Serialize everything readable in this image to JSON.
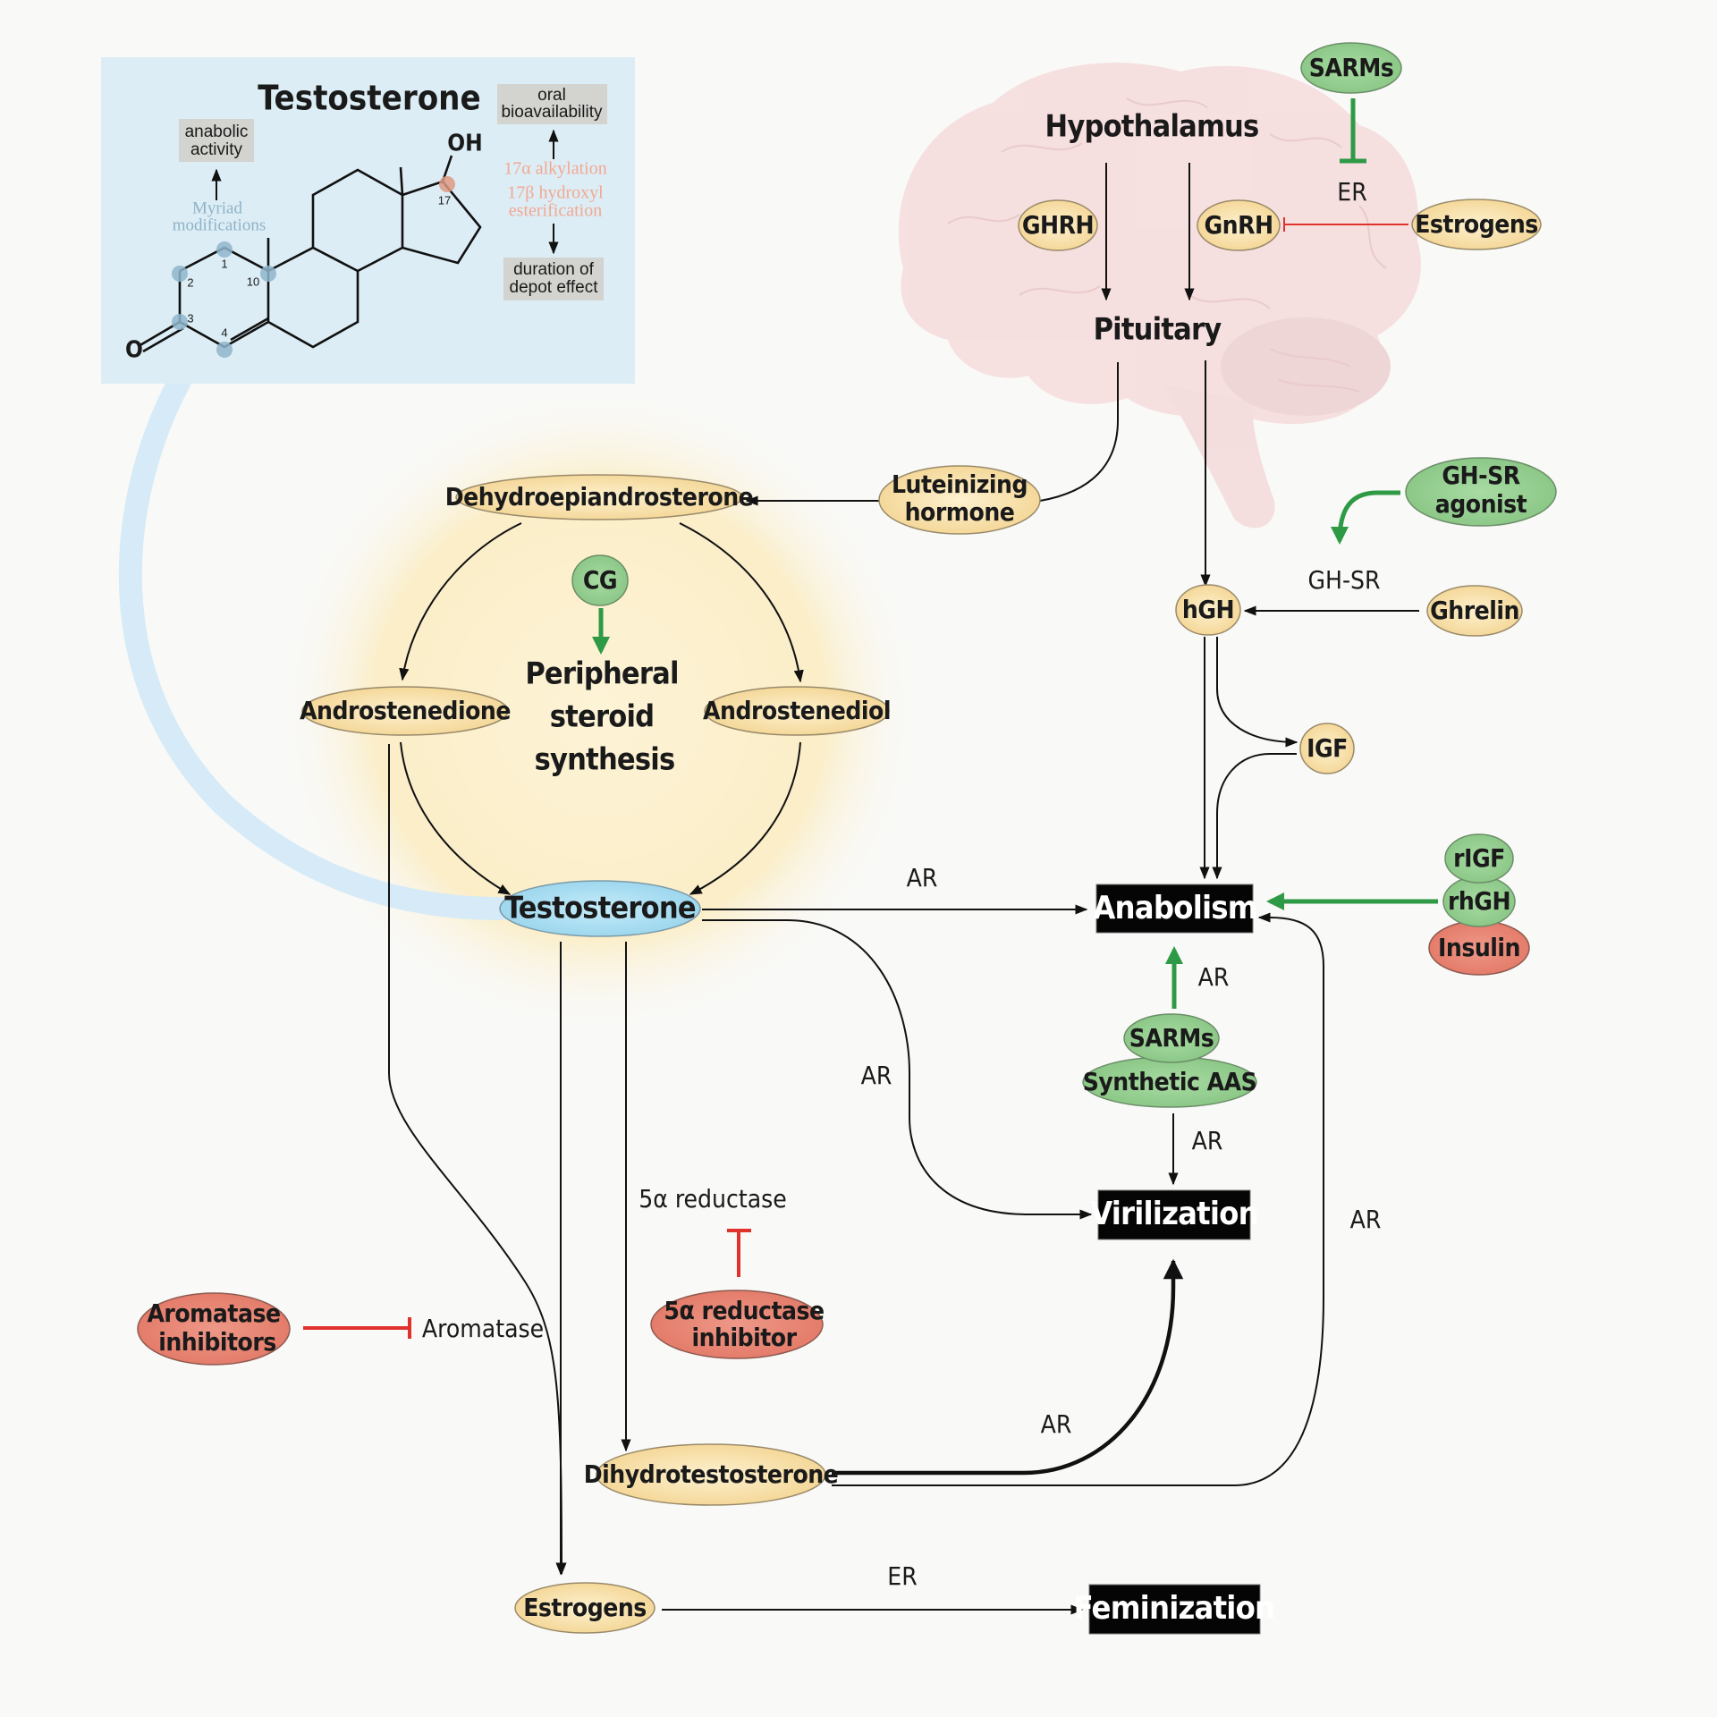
{
  "inset": {
    "title": "Testosterone",
    "oh_label": "OH",
    "oxygen_label": "O",
    "carbon_numbers": [
      "1",
      "2",
      "3",
      "4",
      "10",
      "17"
    ],
    "anabolic_box": [
      "anabolic",
      "activity"
    ],
    "myriad_text": [
      "Myriad",
      "modifications"
    ],
    "oral_box": [
      "oral",
      "bioavailability"
    ],
    "modification_text": [
      "17α alkylation",
      "17β hydroxyl",
      "esterification"
    ],
    "depot_box": [
      "duration of",
      "depot effect"
    ],
    "colors": {
      "panel": "#dcedf5",
      "blue_marker": "#8fb5cb",
      "orange_marker": "#dd9a82",
      "myriad_text": "#8fb3c8",
      "mod_text": "#f2a892",
      "box_bg": "#d3d3cf"
    }
  },
  "brain": {
    "hypothalamus": "Hypothalamus",
    "pituitary": "Pituitary",
    "ghrh": "GHRH",
    "gnrh": "GnRH",
    "sarms_top": "SARMs",
    "er_top": "ER",
    "estrogens_top": "Estrogens"
  },
  "synthesis": {
    "dhea": "Dehydroepiandrosterone",
    "cg": "CG",
    "title_lines": [
      "Peripheral",
      "steroid",
      "synthesis"
    ],
    "androstenedione": "Androstenedione",
    "androstenediol": "Androstenediol",
    "testosterone": "Testosterone",
    "lh_lines": [
      "Luteinizing",
      "hormone"
    ]
  },
  "gh_axis": {
    "ghsr_agonist_lines": [
      "GH-SR",
      "agonist"
    ],
    "ghsr": "GH-SR",
    "hgh": "hGH",
    "ghrelin": "Ghrelin",
    "igf": "IGF"
  },
  "outcomes": {
    "anabolism": "Anabolism",
    "virilization": "Virilization",
    "feminization": "Feminization"
  },
  "drugs": {
    "rigf": "rIGF",
    "rhgh": "rhGH",
    "insulin": "Insulin",
    "sarms_mid": "SARMs",
    "synthetic_aas": "Synthetic AAS",
    "aromatase_inhibitors_lines": [
      "Aromatase",
      "inhibitors"
    ],
    "reductase_inhibitor_lines": [
      "5α reductase",
      "inhibitor"
    ]
  },
  "enzymes": {
    "aromatase": "Aromatase",
    "reductase": "5α reductase"
  },
  "metabolites": {
    "dht": "Dihydrotestosterone",
    "estrogens_bottom": "Estrogens"
  },
  "receptor_labels": {
    "ar_testo_anabolism": "AR",
    "ar_sarms_anabolism": "AR",
    "ar_testo_virilization": "AR",
    "ar_aas_virilization": "AR",
    "ar_dht_anabolism": "AR",
    "ar_dht_virilization": "AR",
    "er_feminization": "ER"
  },
  "colors": {
    "yellow_node": "#f8e2a8",
    "green_node": "#93cf8f",
    "red_node": "#e8806f",
    "blue_node": "#a6dcf1",
    "green_edge": "#2e9a45",
    "red_edge": "#e0322c",
    "brain": "#f6dcdc",
    "glow": "#fbe7b3"
  }
}
